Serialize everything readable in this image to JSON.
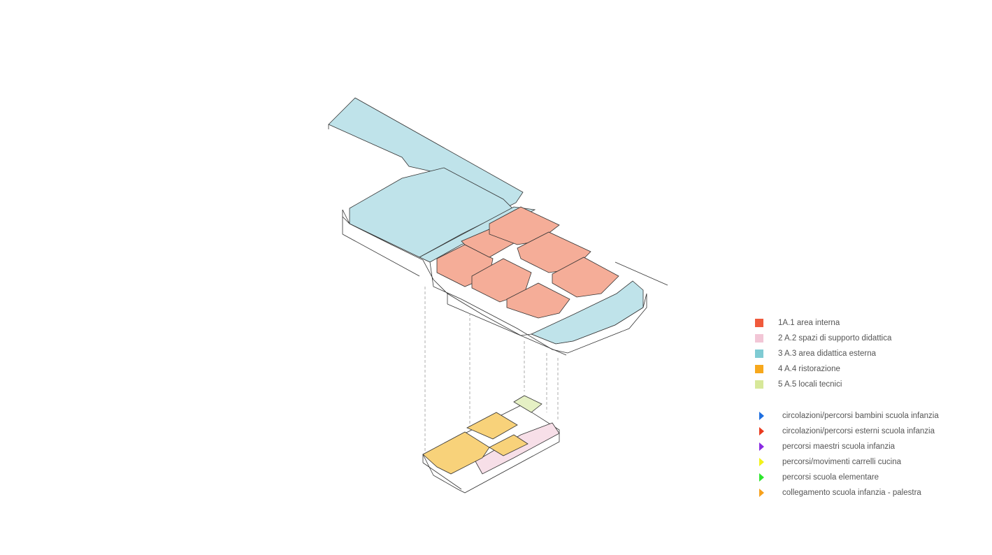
{
  "legend": {
    "areas": [
      {
        "label": "1A.1 area interna",
        "color": "#f05a3c"
      },
      {
        "label": "2 A.2 spazi di supporto didattica",
        "color": "#f2c6d6"
      },
      {
        "label": "3 A.3 area didattica esterna",
        "color": "#7fcbd3"
      },
      {
        "label": "4 A.4 ristorazione",
        "color": "#f7a81c"
      },
      {
        "label": "5 A.5 locali tecnici",
        "color": "#d7e89a"
      }
    ],
    "paths": [
      {
        "label": "circolazioni/percorsi bambini scuola infanzia",
        "color": "#1f6fe0"
      },
      {
        "label": "circolazioni/percorsi esterni scuola infanzia",
        "color": "#ea3b1f"
      },
      {
        "label": "percorsi maestri scuola infanzia",
        "color": "#8a2be2"
      },
      {
        "label": "percorsi/movimenti carrelli cucina",
        "color": "#f2f21a"
      },
      {
        "label": "percorsi scuola elementare",
        "color": "#2ee62e"
      },
      {
        "label": "collegamento scuola infanzia - palestra",
        "color": "#f7a11c"
      }
    ]
  },
  "colors": {
    "interior": "#f5ad98",
    "support": "#f7dfe8",
    "external": "#bfe3ea",
    "dining": "#f8d27a",
    "technical": "#e5f0c4",
    "outline": "#333333"
  }
}
